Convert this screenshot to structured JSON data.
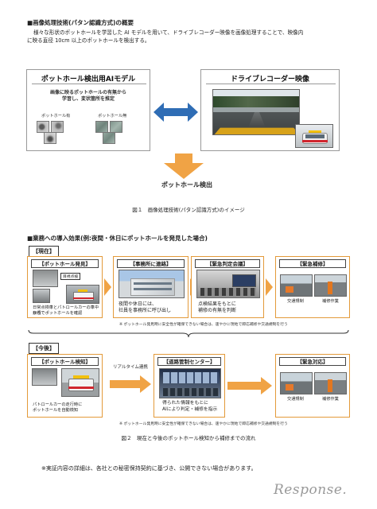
{
  "section1": {
    "title": "■画像処理技術(パタン認識方式)の概要",
    "intro_line1": "様々な形状のポットホールを学習した AI モデルを用いて、ドライブレコーダー映像を画像処理することで、映像内",
    "intro_line2": "に映る直径 10cm 以上のポットホールを検出する。",
    "left_panel_title": "ポットホール検出用AIモデル",
    "left_panel_desc1": "画像に映るポットホールの有無から",
    "left_panel_desc2": "学習し、変状箇所を推定",
    "label_with": "ポットホール有",
    "label_without": "ポットホール無",
    "right_panel_title": "ドライブレコーダー映像",
    "result": "ポットホール検出",
    "caption": "図１　画像処理技術(パタン認識方式)のイメージ"
  },
  "section2": {
    "title": "■業務への導入効果(例:夜間・休日にポットホールを発見した場合)",
    "current_label": "【現在】",
    "current_steps": [
      {
        "title": "【ポットホール発見】",
        "note1": "日常点検車とパトロールカーの車中から",
        "note2": "目視でポットホールを確認",
        "tag": "目視点検"
      },
      {
        "title": "【事務所に連絡】",
        "note1": "夜間や休日には、",
        "note2": "社員を事務所に呼び出し"
      },
      {
        "title": "【緊急判定会議】",
        "note1": "点検結果をもとに",
        "note2": "補修の有無を判断"
      },
      {
        "title": "【緊急補修】",
        "photo_label1": "交通規制",
        "photo_label2": "補修作業"
      }
    ],
    "current_footnote": "※ ポットホール発見時に安全性が確保できない場合は、速やかに現地で即応補修や交通規制を行う",
    "future_label": "【今後】",
    "future_steps": [
      {
        "title": "【ポットホール検知】",
        "note1": "パトロールカーの走行時に",
        "note2": "ポットホールを自動検知"
      },
      {
        "title": "【道路管制センター】",
        "note1": "得られた情報をもとに",
        "note2": "AIにより判定・補修を指示"
      },
      {
        "title": "【緊急対応】",
        "photo_label1": "交通規制",
        "photo_label2": "補修作業"
      }
    ],
    "realtime": "リアルタイム連携",
    "future_footnote": "※ ポットホール発見時に安全性が確保できない場合は、速やかに現地で即応補修や交通規制を行う",
    "caption": "図２　現在と今後のポットホール検知から補修までの流れ"
  },
  "footer_note": "※実証内容の詳細は、各社との秘密保持契約に基づき、公開できない場合があります。",
  "watermark": "Response.",
  "colors": {
    "accent_orange": "#f0a345",
    "arrow_blue": "#2f6db5",
    "box_orange": "#e39a3a"
  }
}
